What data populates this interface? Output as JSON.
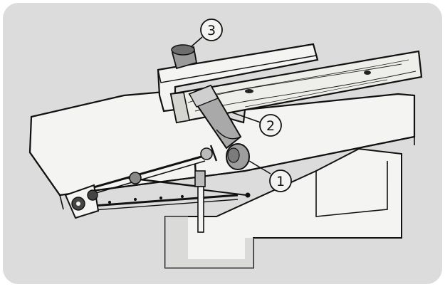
{
  "callouts": {
    "one": "1",
    "two": "2",
    "three": "3"
  },
  "colors": {
    "background": "#dcdcdc",
    "line": "#111111",
    "paper": "#f4f4f2",
    "shade": "#bdbdbd"
  }
}
